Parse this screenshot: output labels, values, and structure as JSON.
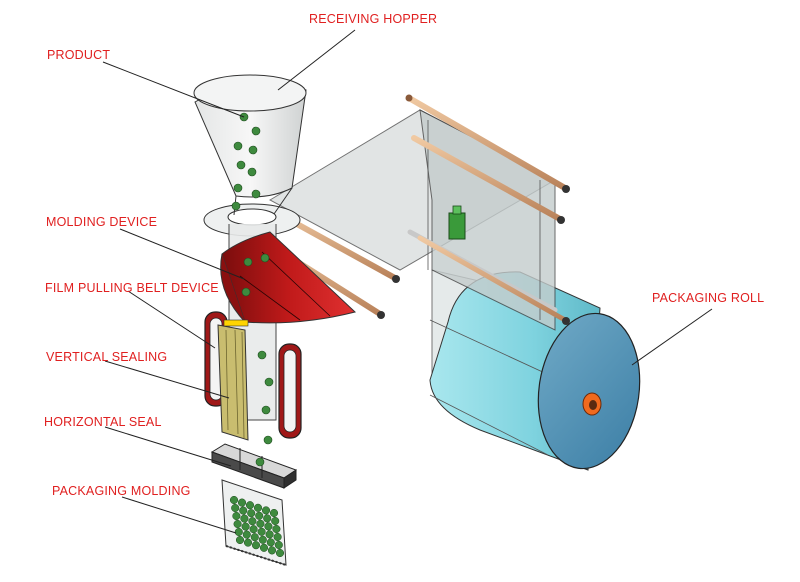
{
  "labels": {
    "receiving_hopper": "RECEIVING HOPPER",
    "product": "PRODUCT",
    "molding_device": "MOLDING DEVICE",
    "film_pulling_belt_device": "FILM PULLING BELT DEVICE",
    "vertical_sealing": "VERTICAL SEALING",
    "horizontal_seal": "HORIZONTAL SEAL",
    "packaging_molding": "PACKAGING MOLDING",
    "packaging_roll": "PACKAGING ROLL"
  },
  "colors": {
    "label": "#e02020",
    "leader": "#222222",
    "film": "#cfd6d6",
    "roll": "#7fd3df",
    "molding": "#b01818",
    "pellet": "#3e8a3e",
    "rod": "#d7a57a",
    "belt": "#c4b870"
  }
}
